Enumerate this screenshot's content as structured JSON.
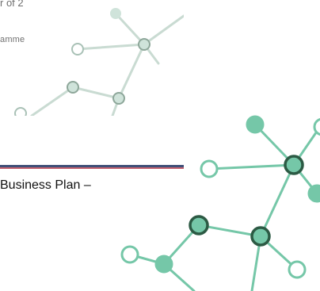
{
  "header": {
    "page_indicator": "r of 2",
    "programme_label": "amme"
  },
  "document": {
    "heading": "Business Plan –"
  },
  "colors": {
    "node_fill": "#75c7a8",
    "node_outline": "#2c5a44",
    "faded_line": "#c9dbd2",
    "faded_node": "#b6cfc3",
    "divider_blue": "#3f4f78",
    "divider_red": "#c2616f"
  },
  "graphics": {
    "network_icon": "molecule-network-icon"
  }
}
